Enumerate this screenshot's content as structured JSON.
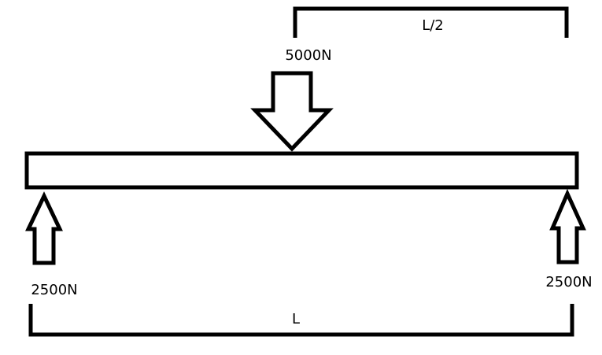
{
  "diagram": {
    "beam": {},
    "applied_load": {
      "label": "5000N"
    },
    "left_reaction": {
      "label": "2500N"
    },
    "right_reaction": {
      "label": "2500N"
    },
    "half_span_dimension": {
      "label": "L/2"
    },
    "full_span_dimension": {
      "label": "L"
    }
  },
  "colors": {
    "line": "#000000",
    "background": "#ffffff"
  }
}
